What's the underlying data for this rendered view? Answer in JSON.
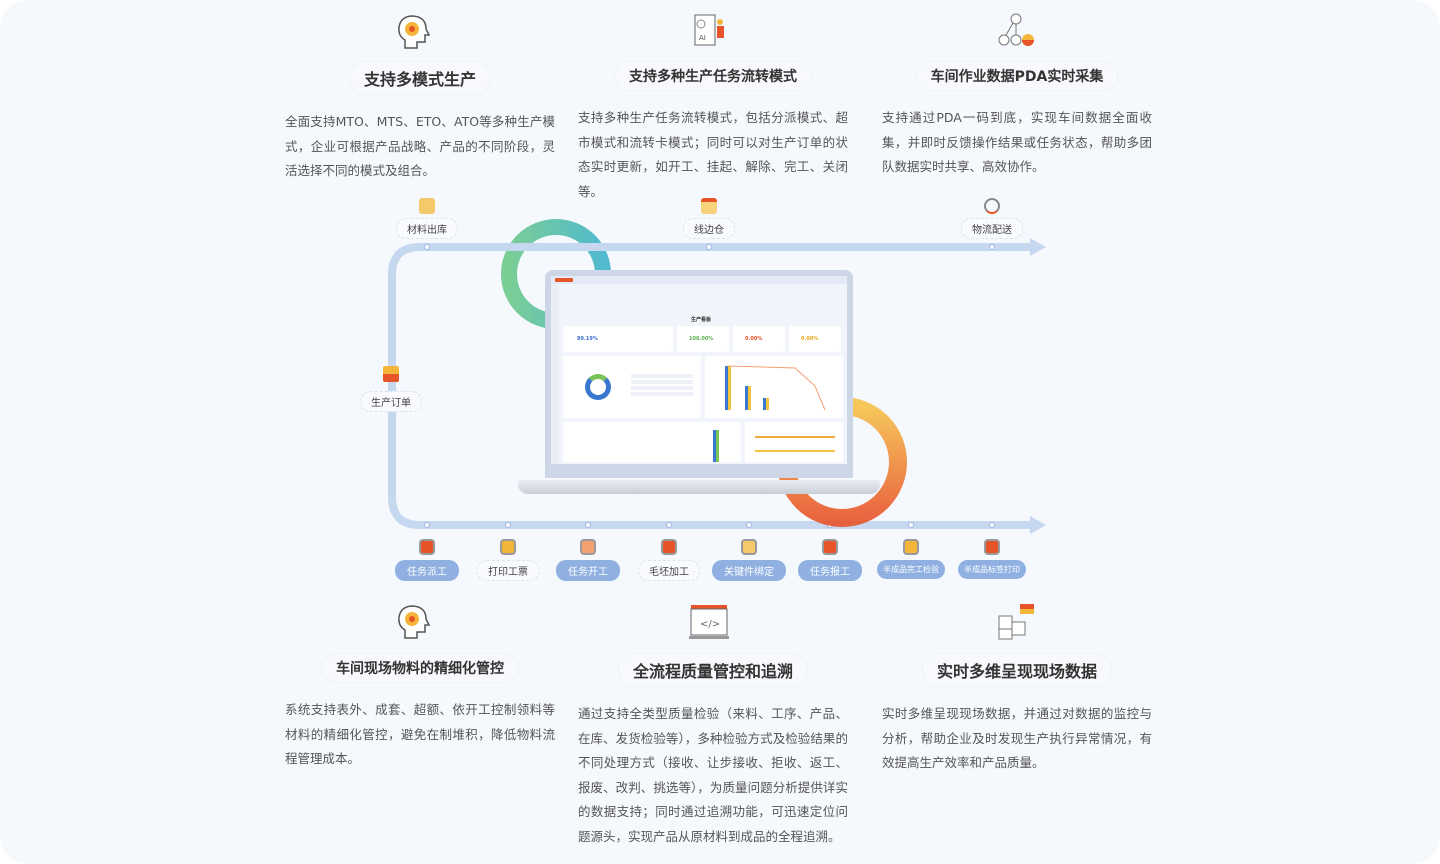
{
  "features_top": [
    {
      "title": "支持多模式生产",
      "text": "全面支持MTO、MTS、ETO、ATO等多种生产模式，企业可根据产品战略、产品的不同阶段，灵活选择不同的模式及组合。",
      "icon": "head-gear-icon"
    },
    {
      "title": "支持多种生产任务流转模式",
      "text": "支持多种生产任务流转模式，包括分派模式、超市模式和流转卡模式；同时可以对生产订单的状态实时更新，如开工、挂起、解除、完工、关闭等。",
      "icon": "ai-worker-icon"
    },
    {
      "title": "车间作业数据PDA实时采集",
      "text": "支持通过PDA一码到底，实现车间数据全面收集，并即时反馈操作结果或任务状态，帮助多团队数据实时共享、高效协作。",
      "icon": "network-nodes-icon"
    }
  ],
  "features_bottom": [
    {
      "title": "车间现场物料的精细化管控",
      "text": "系统支持表外、成套、超额、依开工控制领料等材料的精细化管控，避免在制堆积，降低物料流程管理成本。",
      "icon": "head-gear-icon"
    },
    {
      "title": "全流程质量管控和追溯",
      "text": "通过支持全类型质量检验（来料、工序、产品、在库、发货检验等），多种检验方式及检验结果的不同处理方式（接收、让步接收、拒收、返工、报废、改判、挑选等），为质量问题分析提供详实的数据支持；同时通过追溯功能，可迅速定位问题源头，实现产品从原材料到成品的全程追溯。",
      "icon": "code-monitor-icon"
    },
    {
      "title": "实时多维呈现现场数据",
      "text": "实时多维呈现现场数据，并通过对数据的监控与分析，帮助企业及时发现生产执行异常情况，有效提高生产效率和产品质量。",
      "icon": "puzzle-flag-icon"
    }
  ],
  "flow_top": [
    "材料出库",
    "线边仓",
    "物流配送"
  ],
  "flow_left": "生产订单",
  "flow_bottom": [
    {
      "label": "任务派工",
      "highlight": true
    },
    {
      "label": "打印工票",
      "highlight": false
    },
    {
      "label": "任务开工",
      "highlight": true
    },
    {
      "label": "毛坯加工",
      "highlight": false
    },
    {
      "label": "关键件绑定",
      "highlight": true
    },
    {
      "label": "任务报工",
      "highlight": true
    },
    {
      "label": "半成品完工检验",
      "highlight": true
    },
    {
      "label": "半成品标签打印",
      "highlight": true
    }
  ],
  "dashboard": {
    "title": "生产看板",
    "kpis": [
      "89.19%",
      "100.00%",
      "0.00%",
      "0.00%"
    ]
  },
  "colors": {
    "track": "#c6d7f0",
    "green": "#5ec48a",
    "teal": "#3fb6c6",
    "orange": "#f39a2e",
    "red": "#e8542a",
    "node_hl": "#8fb0e0"
  }
}
